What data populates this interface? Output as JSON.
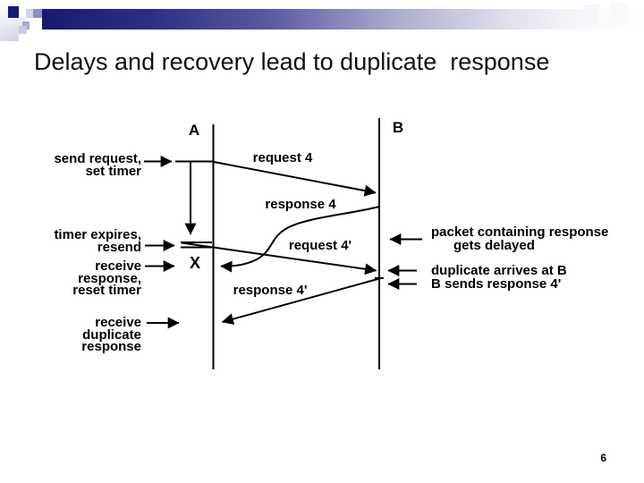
{
  "slide": {
    "title": "Delays and recovery lead to duplicate  response",
    "page_number": "6"
  },
  "diagram": {
    "endpoints": {
      "a": "A",
      "b": "B"
    },
    "loss_marker": "X",
    "messages": {
      "request4": "request 4",
      "response4": "response 4",
      "request4p": "request 4'",
      "response4p": "response 4'"
    },
    "left_annotations": [
      {
        "lines": [
          "send request,",
          "set timer"
        ]
      },
      {
        "lines": [
          "timer expires,",
          "resend"
        ]
      },
      {
        "lines": [
          "receive",
          "response,",
          "reset timer"
        ]
      },
      {
        "lines": [
          "receive",
          "duplicate",
          "response"
        ]
      }
    ],
    "right_annotations": [
      {
        "lines": [
          "packet containing response",
          "gets delayed"
        ]
      },
      {
        "lines": [
          "duplicate arrives at B"
        ]
      },
      {
        "lines": [
          "B sends response 4'"
        ]
      }
    ]
  },
  "colors": {
    "bar_navy": "#191970",
    "diagram_ink": "#000000"
  }
}
